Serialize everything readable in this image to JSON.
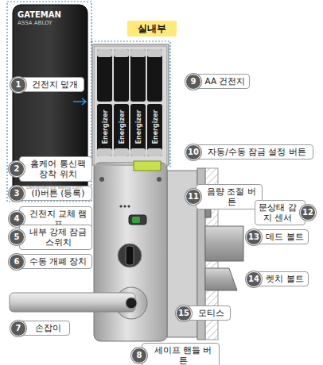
{
  "diagram": {
    "nodes": [
      {
        "text": [
          "실내부"
        ]
      },
      {
        "text": [
          "1",
          "건전지 덮개"
        ]
      },
      {
        "text": [
          "9",
          "AA 건전지"
        ]
      },
      {
        "text": [
          "10",
          "자동/수동 잠금 설정 버튼"
        ]
      },
      {
        "text": [
          "2",
          "홈케어 통신팩 장착 위치"
        ]
      },
      {
        "text": [
          "3",
          "(I)버튼 (등록)"
        ]
      },
      {
        "text": [
          "11",
          "음량 조절 버튼"
        ]
      },
      {
        "text": [
          "4",
          "건전지 교체 램프"
        ]
      },
      {
        "text": [
          "12",
          "문상태 감지 센서"
        ]
      },
      {
        "text": [
          "5",
          "내부 강제 잠금 스위치"
        ]
      },
      {
        "text": [
          "13",
          "데드 볼트"
        ]
      },
      {
        "text": [
          "6",
          "수동 개폐 장치"
        ]
      },
      {
        "text": [
          "14",
          "렛치 볼트"
        ]
      },
      {
        "text": [
          "15",
          "모티스"
        ]
      },
      {
        "text": [
          "7",
          "손잡이"
        ]
      },
      {
        "text": [
          "8",
          "세이프 핸들 버튼"
        ]
      }
    ],
    "labels": [
      "GATEMAN",
      "ASSA ABLOY",
      "Designed by Wena.com",
      "Energizer",
      "Energizer",
      "Energizer",
      "Energizer"
    ]
  }
}
